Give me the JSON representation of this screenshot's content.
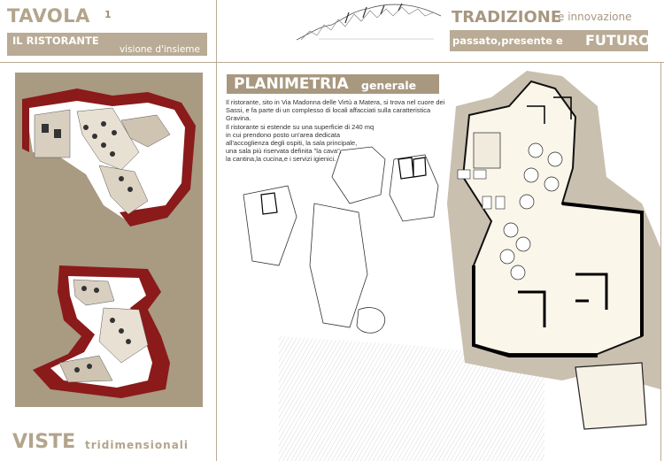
{
  "header": {
    "tavola": "TAVOLA",
    "tavola_number": "1",
    "left_bar_title": "IL RISTORANTE",
    "left_bar_subtitle": "visione d'insieme",
    "tradizione": "TRADIZIONE",
    "innovazione": "e innovazione",
    "right_bar_text": "passato,presente e",
    "futuro": "FUTURO"
  },
  "section": {
    "title": "PLANIMETRIA",
    "subtitle": "generale"
  },
  "description": {
    "paragraph1": "Il ristorante, sito in Via Madonna delle Virtù a Matera, si trova nel cuore dei Sassi, e fa parte di un complesso di locali affacciati sulla caratteristica Gravina.",
    "paragraph2_lines": [
      "Il ristorante si estende su una superficie di 240 mq",
      "in cui prendono posto un'area dedicata",
      "all'accoglienza degli ospiti, la sala principale,",
      "una sala più riservata definita \"la cava\",",
      "la cantina,la cucina,e i servizi igienici."
    ]
  },
  "footer": {
    "viste": "VISTE",
    "tridimensionali": "tridimensionali"
  },
  "colors": {
    "accent": "#b9ab95",
    "panel": "#a99a82",
    "red": "#8b1a1a",
    "title_bar": "#a8987f"
  }
}
